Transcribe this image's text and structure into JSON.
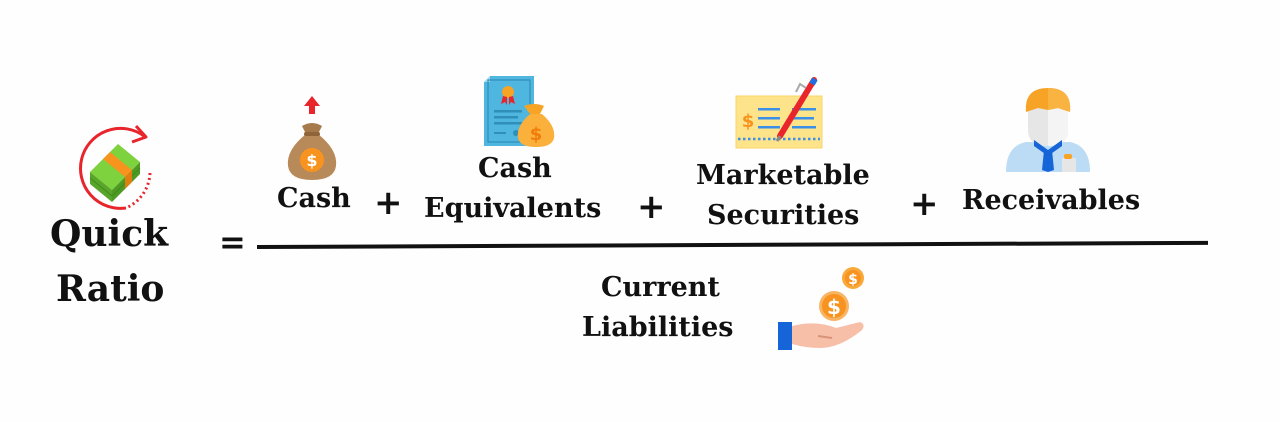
{
  "formula": {
    "lhs": {
      "line1": "Quick",
      "line2": "Ratio"
    },
    "equals": "=",
    "numerator": [
      {
        "id": "cash",
        "lines": [
          "Cash"
        ],
        "icon": "money-bag-up-arrow-icon"
      },
      {
        "id": "cash-equivalents",
        "lines": [
          "Cash",
          "Equivalents"
        ],
        "icon": "certificate-money-bag-icon"
      },
      {
        "id": "marketable-securities",
        "lines": [
          "Marketable",
          "Securities"
        ],
        "icon": "check-pen-icon"
      },
      {
        "id": "receivables",
        "lines": [
          "Receivables"
        ],
        "icon": "businessman-icon"
      }
    ],
    "operators": [
      "+",
      "+",
      "+"
    ],
    "denominator": {
      "lines": [
        "Current",
        "Liabilities"
      ],
      "icon": "hand-coins-icon"
    }
  },
  "icons": {
    "lhs": "money-stack-cycle-icon"
  },
  "colors": {
    "text": "#111111",
    "background": "#fefefe",
    "cycle_red": "#e8252b",
    "money_green": "#6cc83c",
    "band_orange": "#f7941d",
    "bag_brown": "#b88a5a",
    "coin_orange": "#f7931e",
    "cert_blue": "#4fb6e0",
    "bag_yellow": "#fbb03b",
    "check_yellow": "#fde38a",
    "line_blue": "#3b8fe6",
    "pen_red": "#e8252b",
    "helmet_orange": "#f7a325",
    "shirt_blue": "#bcdcf5",
    "tie_blue": "#1565d8",
    "skin": "#f8bfa8"
  }
}
